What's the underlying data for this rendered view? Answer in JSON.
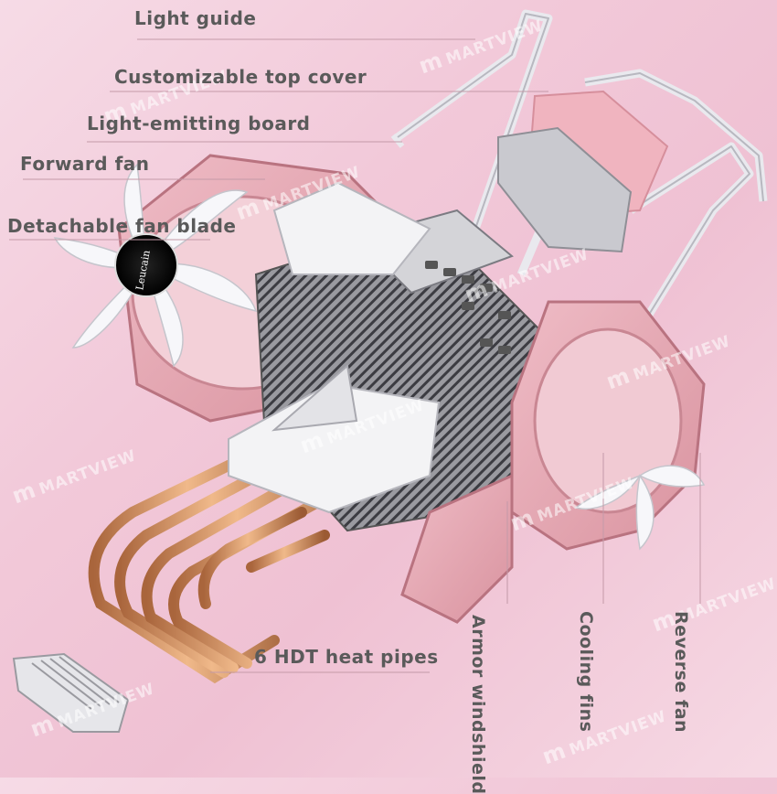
{
  "labels": {
    "light_guide": "Light guide",
    "top_cover": "Customizable top cover",
    "light_board": "Light-emitting board",
    "forward_fan": "Forward fan",
    "fan_blade": "Detachable fan blade",
    "heat_pipes": "6 HDT heat pipes",
    "armor": "Armor windshield",
    "cooling_fins": "Cooling fins",
    "reverse_fan": "Reverse fan"
  },
  "fan_logo": "Leucain",
  "watermark": "MARTVIEW",
  "colors": {
    "background": "#f2c9d9",
    "pink_frame": "#e3a7b3",
    "copper": "#c8875a",
    "text": "#5a5a5a",
    "white_cover": "#f3f3f5"
  }
}
